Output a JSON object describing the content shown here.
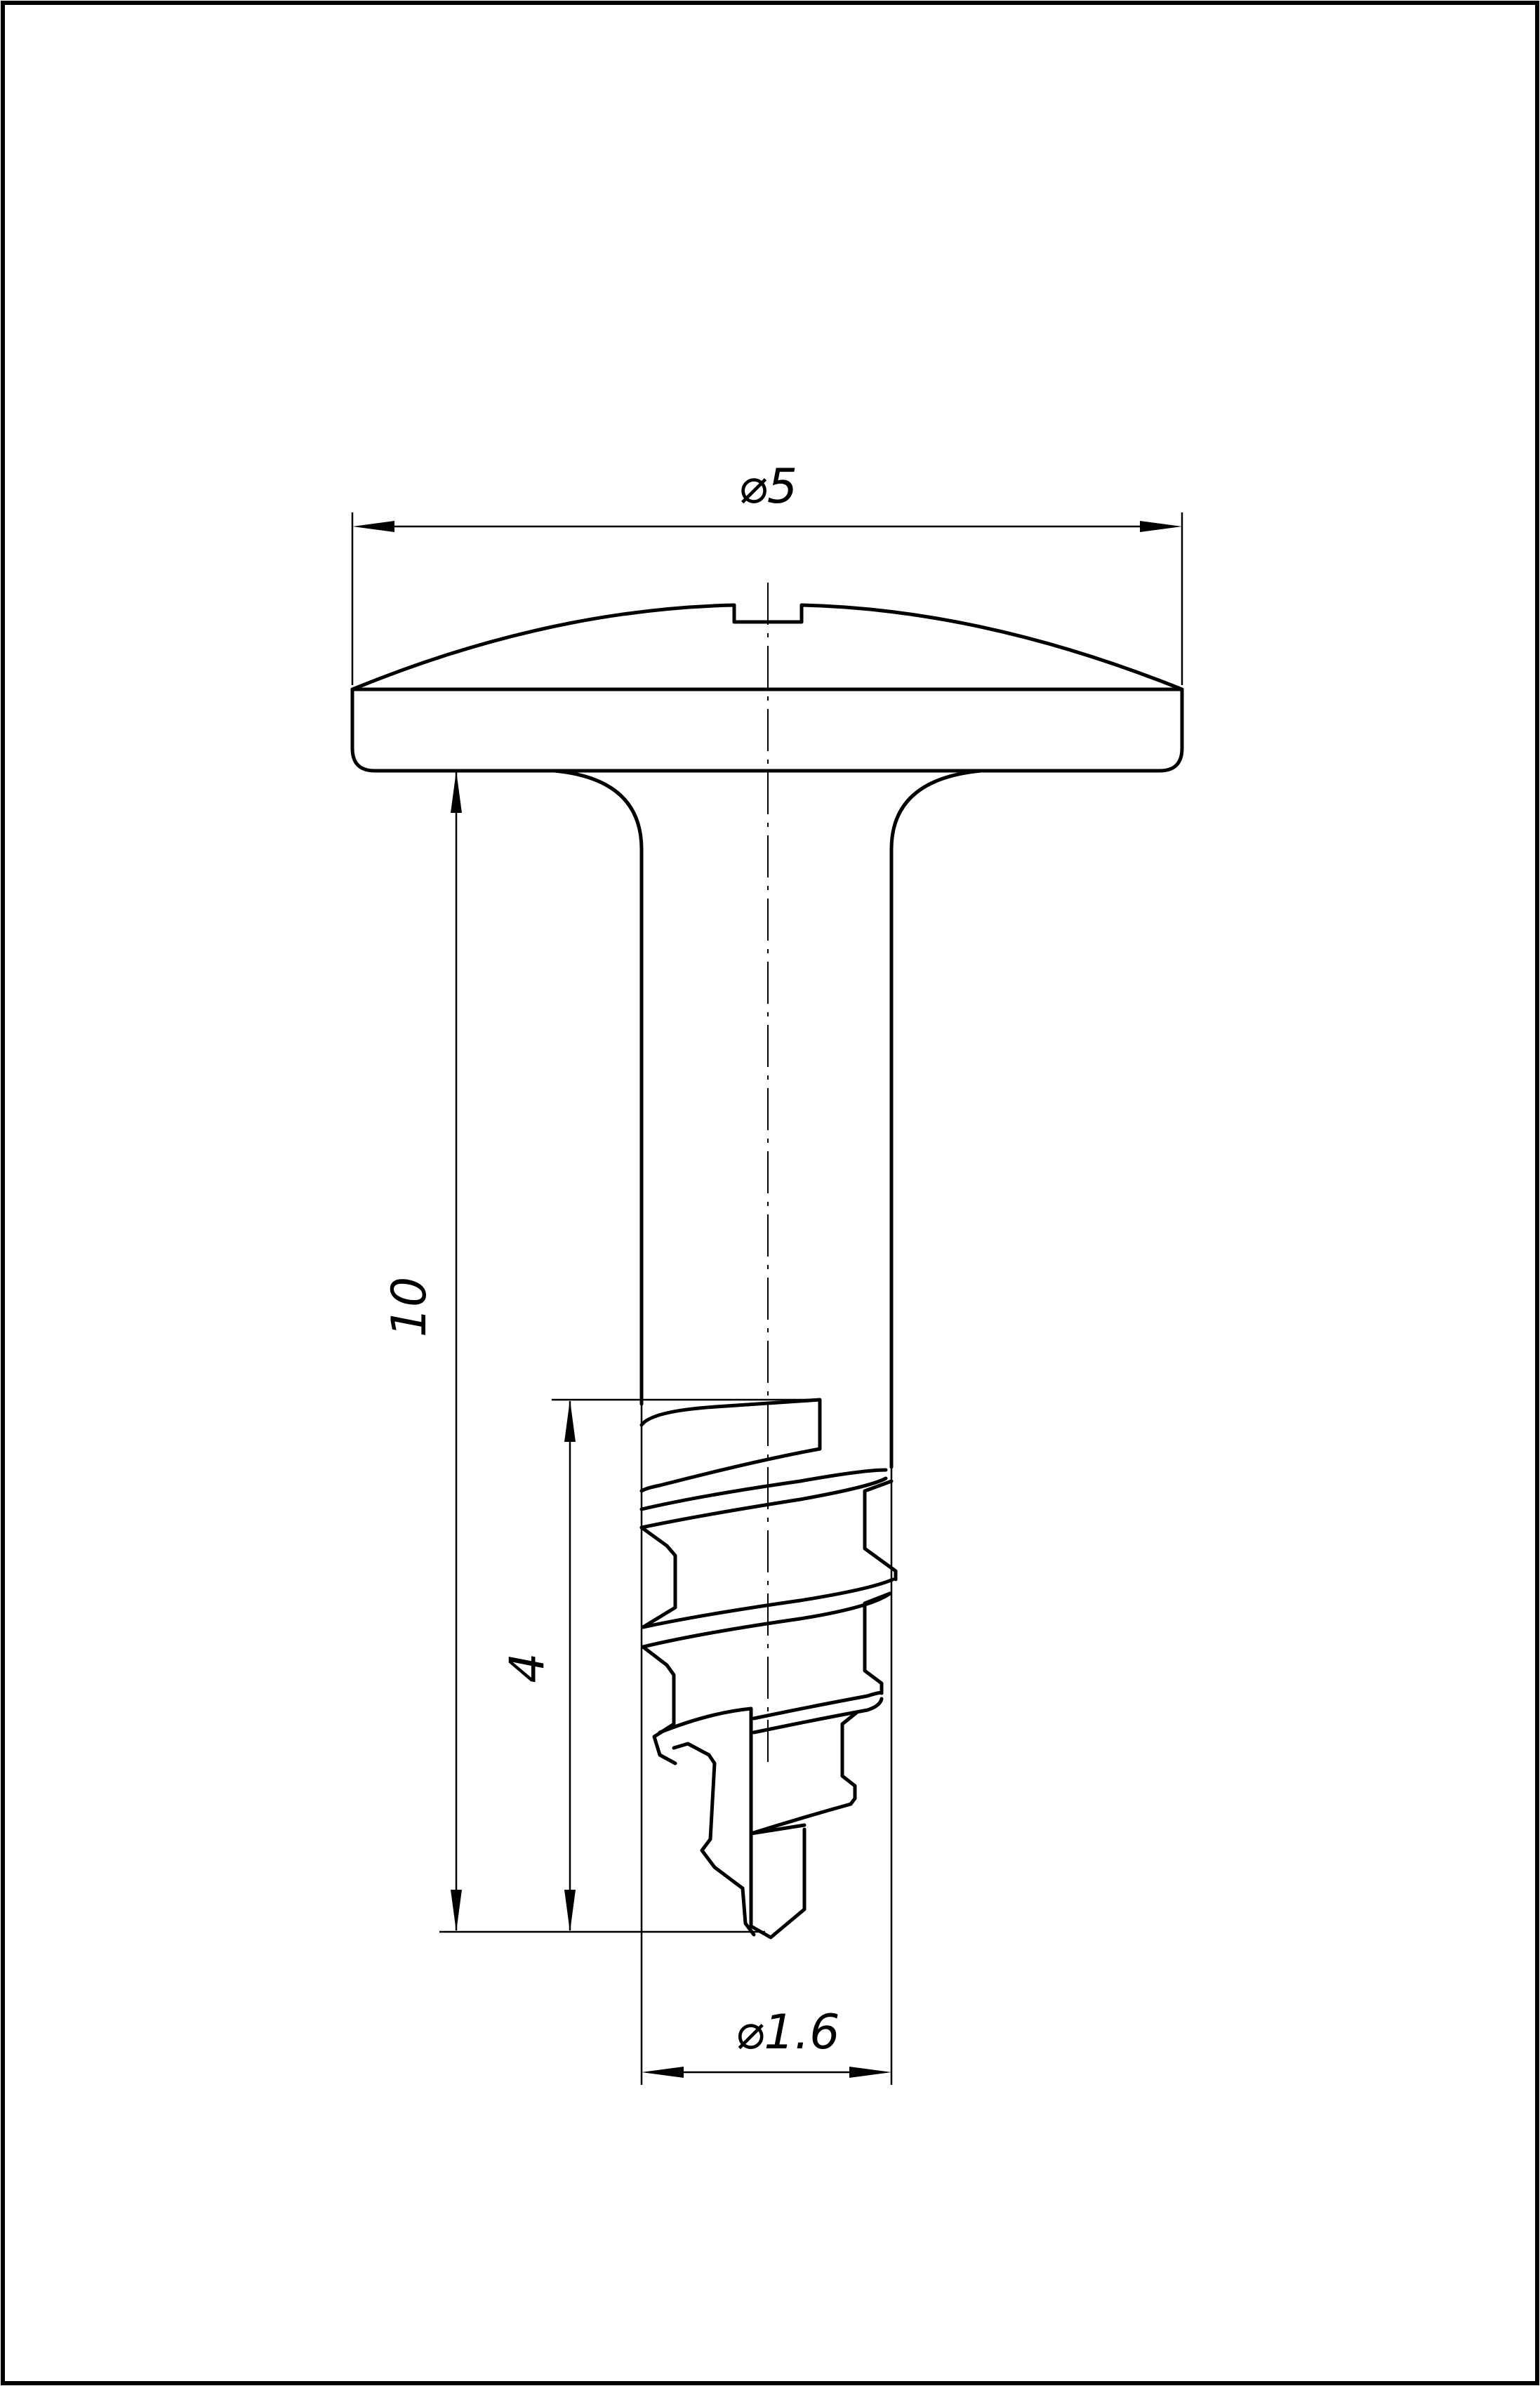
{
  "drawing": {
    "dimensions": {
      "head_diameter": "⌀5",
      "total_length": "10",
      "thread_length": "4",
      "shank_diameter": "⌀1.6"
    }
  }
}
